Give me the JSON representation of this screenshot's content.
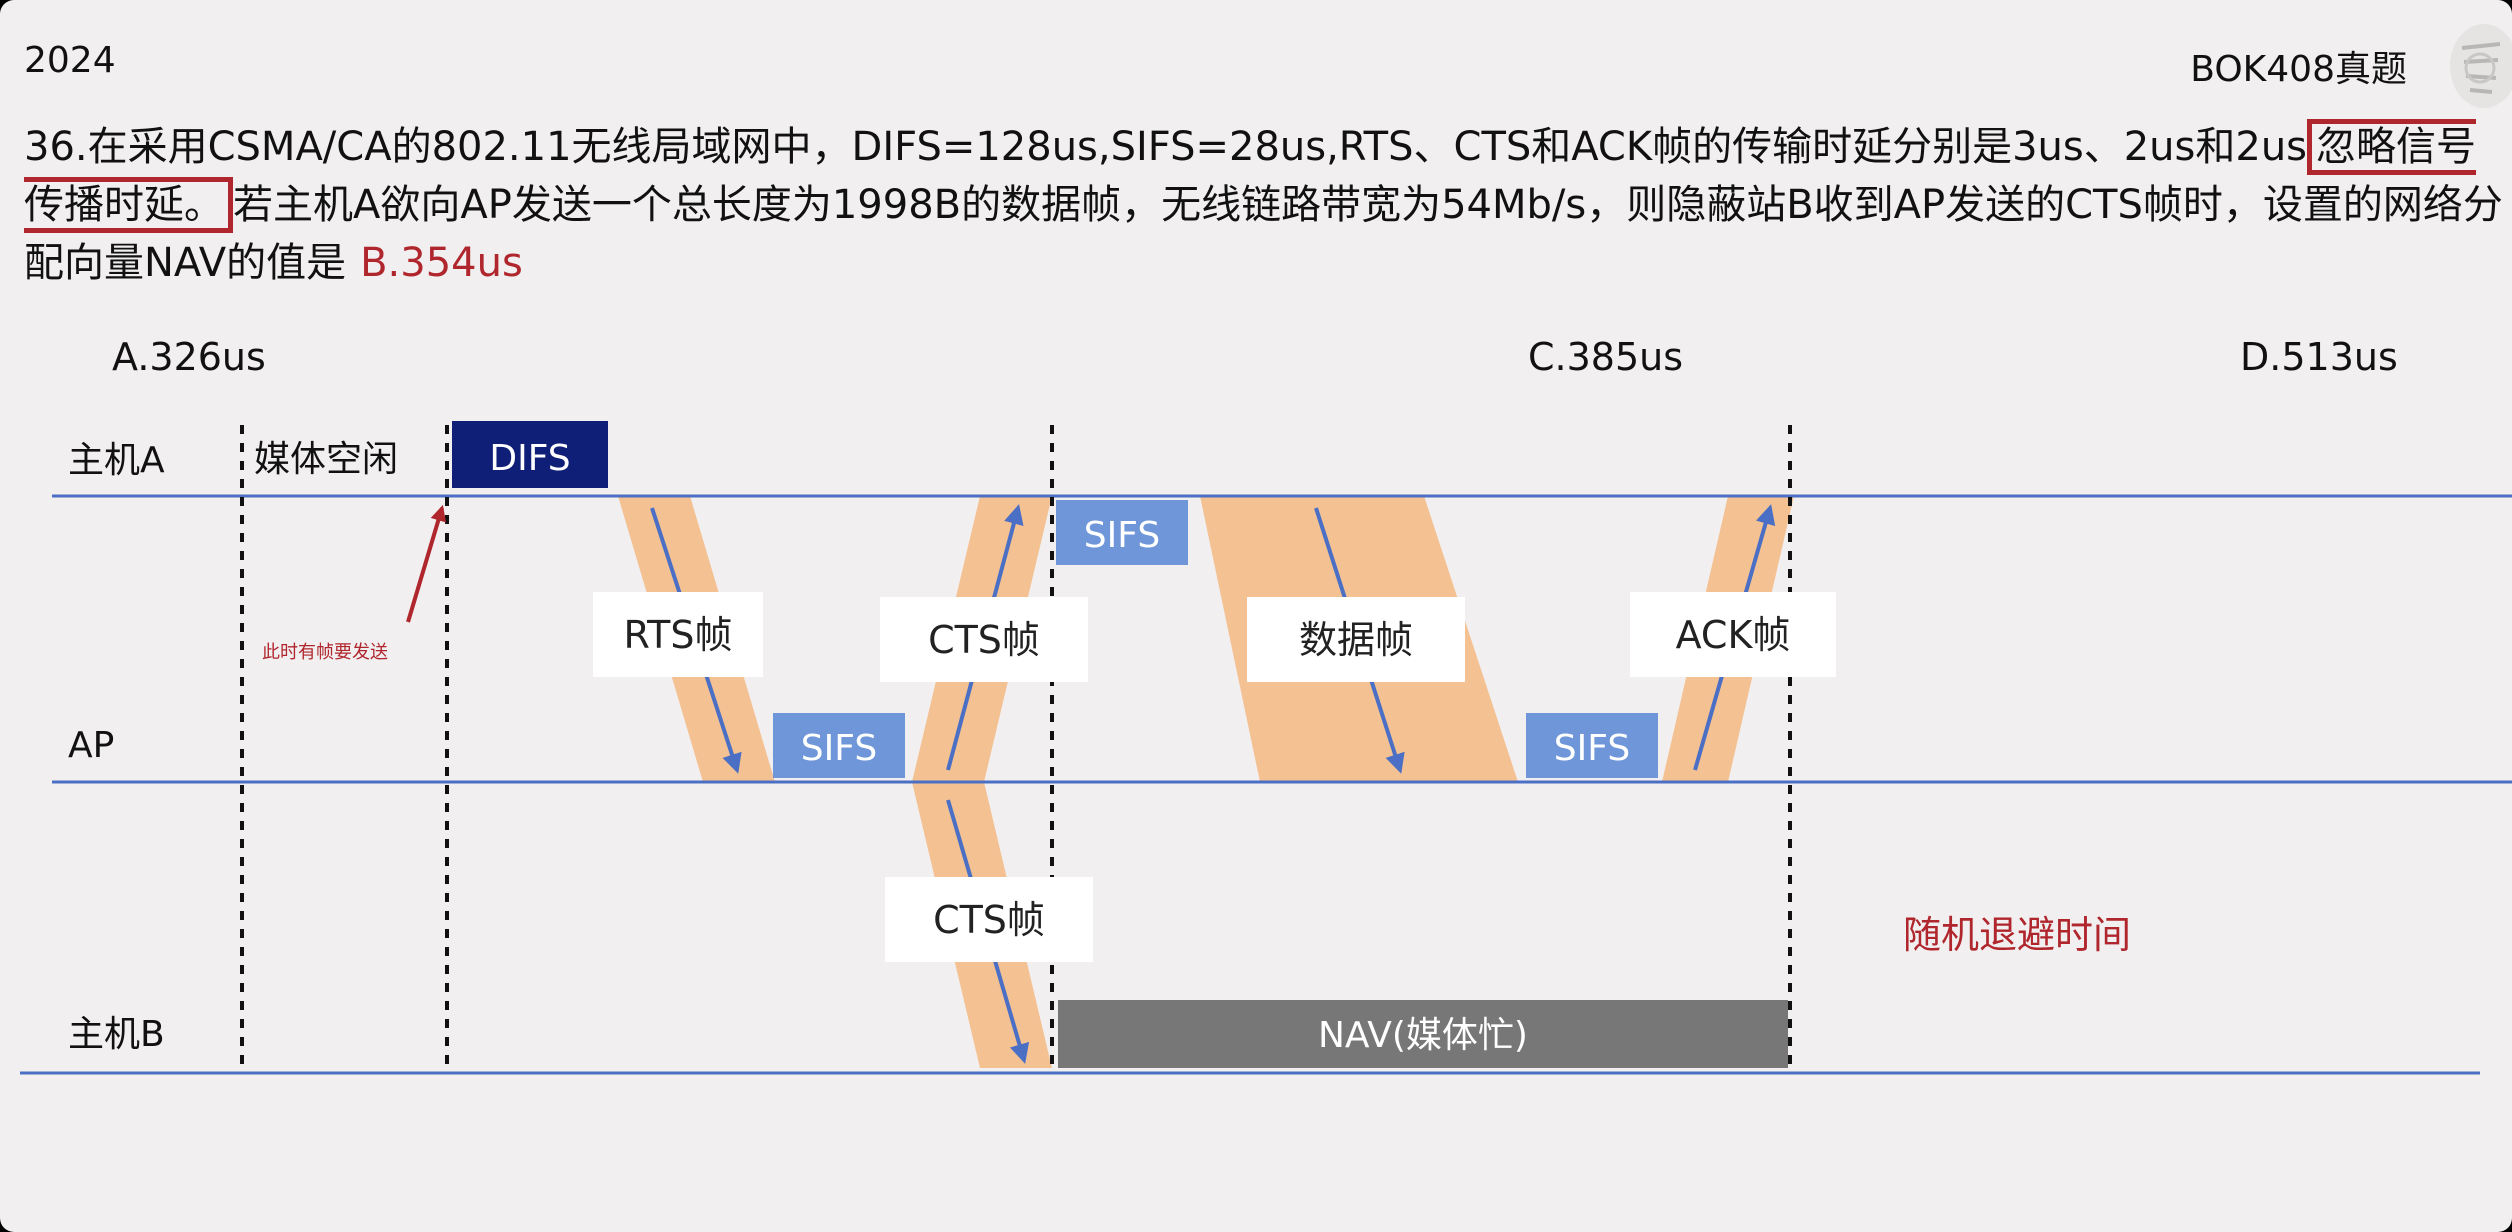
{
  "header": {
    "year": "2024",
    "tag": "BOK408真题"
  },
  "question": {
    "part1": "36.在采用CSMA/CA的802.11无线局域网中，DIFS=128us,SIFS=28us,RTS、CTS和ACK帧的传输时延分别是3us、2us和2us",
    "boxed": "忽略信号传播时延。",
    "part2": "若主机A欲向AP发送一个总长度为1998B的数据帧，无线链路带宽为54Mb/s，则隐蔽站B收到AP发送的CTS帧时，设置的网络分配向量NAV的值是",
    "answer": "B.354us"
  },
  "options": {
    "a": "A.326us",
    "c": "C.385us",
    "d": "D.513us"
  },
  "diagram": {
    "station_a": "主机A",
    "ap": "AP",
    "station_b": "主机B",
    "idle_label": "媒体空闲",
    "difs_label": "DIFS",
    "sifs_label": "SIFS",
    "rts_label": "RTS帧",
    "cts_label": "CTS帧",
    "data_label": "数据帧",
    "ack_label": "ACK帧",
    "nav_label": "NAV(媒体忙)",
    "note": "此时有帧要发送",
    "backoff": "随机退避时间"
  },
  "colors": {
    "line": "#4a6fc4",
    "frame": "#f4c192",
    "difs": "#0f1f78",
    "sifs": "#6f96d8",
    "nav": "#777777",
    "highlight": "#b0262d"
  }
}
